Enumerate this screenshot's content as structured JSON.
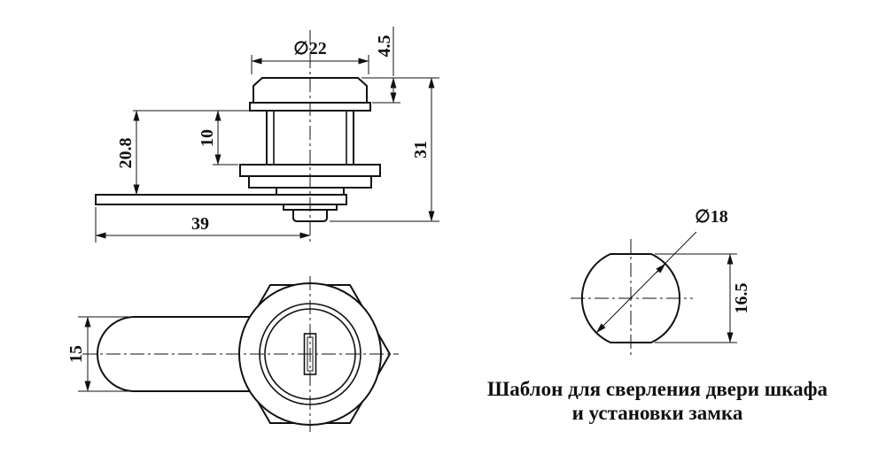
{
  "page": {
    "background": "#ffffff",
    "line_color": "#111111"
  },
  "side_view": {
    "dims": {
      "cap_diameter": "∅22",
      "cap_height": "4.5",
      "body_height": "10",
      "upper_assembly_height": "20.8",
      "overall_height": "31",
      "lever_length": "39"
    }
  },
  "front_view": {
    "dims": {
      "lever_width": "15"
    }
  },
  "template_view": {
    "dims": {
      "hole_diameter": "∅18",
      "across_flats": "16.5"
    }
  },
  "caption": {
    "line1": "Шаблон для сверления двери шкафа",
    "line2": "и установки замка"
  }
}
